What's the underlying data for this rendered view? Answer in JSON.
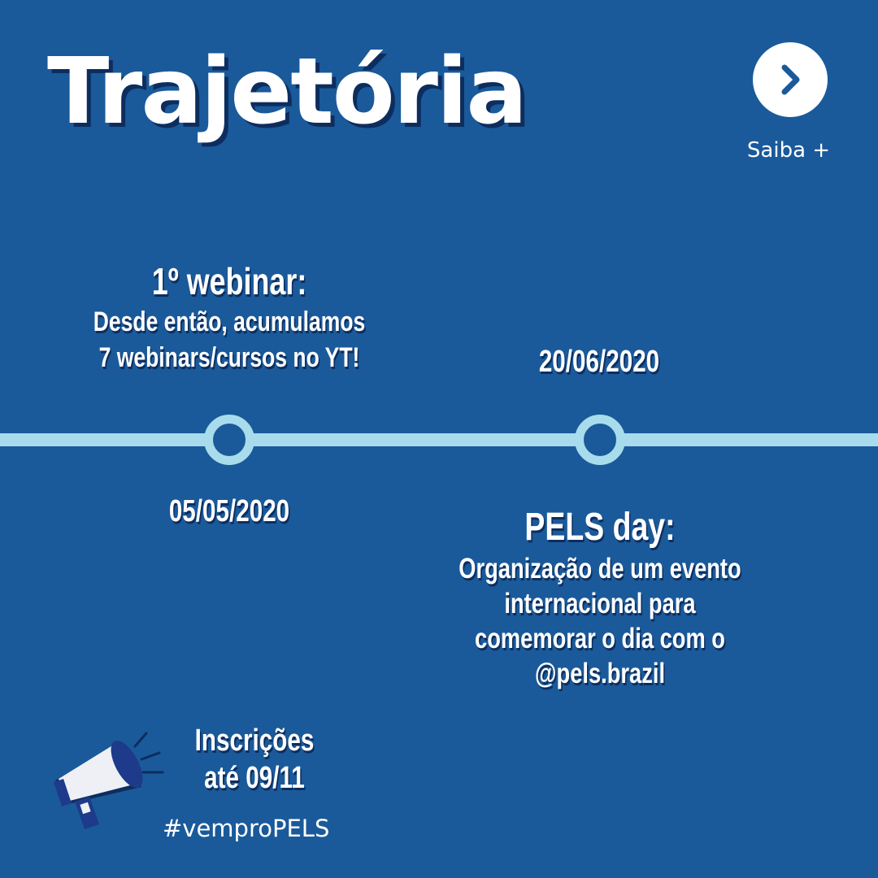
{
  "header": {
    "title": "Trajetória",
    "next_label": "Saiba +"
  },
  "timeline": {
    "events": [
      {
        "date": "05/05/2020",
        "heading": "1º webinar:",
        "description_lines": [
          "Desde então, acumulamos",
          "7 webinars/cursos no YT!"
        ]
      },
      {
        "date": "20/06/2020",
        "heading": "PELS day:",
        "description_lines": [
          "Organização de um evento",
          "internacional para",
          "comemorar o dia com o",
          "@pels.brazil"
        ]
      }
    ]
  },
  "footer": {
    "registration_lines": [
      "Inscrições",
      "até 09/11"
    ],
    "hashtag": "#vemproPELS"
  },
  "colors": {
    "background": "#1a5a9a",
    "timeline": "#a8dcec",
    "shadow": "#0d2d5e",
    "text": "#ffffff"
  },
  "icons": {
    "next": "chevron-right-icon",
    "announcement": "megaphone-icon"
  }
}
